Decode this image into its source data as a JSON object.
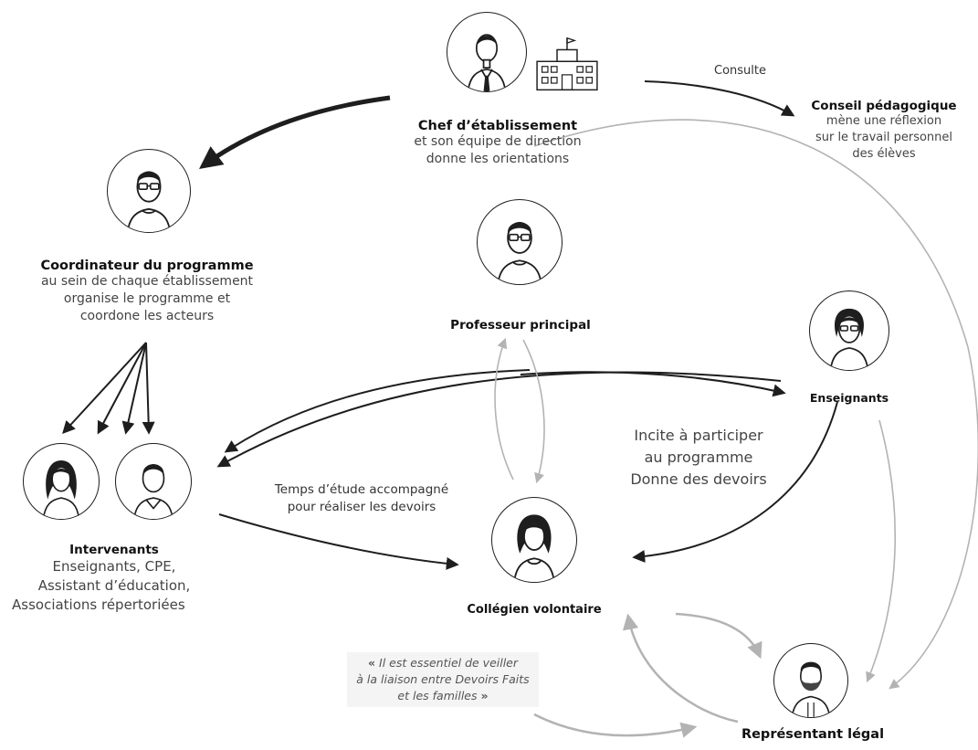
{
  "nodes": {
    "chef": {
      "title": "Chef d’établissement",
      "desc": [
        "et son équipe de direction",
        "donne les orientations"
      ],
      "icon": "man-with-tie-and-school-icon"
    },
    "conseil": {
      "title": "Conseil pédagogique",
      "desc": [
        "mène une réflexion",
        "sur le travail personnel",
        "des élèves"
      ]
    },
    "coordinateur": {
      "title": "Coordinateur du programme",
      "desc": [
        "au sein de chaque établissement",
        "organise le programme et",
        "coordone les acteurs"
      ],
      "icon": "man-with-glasses-icon"
    },
    "professeur": {
      "title": "Professeur principal",
      "icon": "man-with-glasses-icon"
    },
    "enseignants": {
      "title": "Enseignants",
      "icon": "woman-with-glasses-icon"
    },
    "intervenants": {
      "title": "Intervenants",
      "desc": [
        "Enseignants, CPE,",
        "Assistant d’éducation,",
        "Associations répertoriées"
      ],
      "icons": [
        "woman-icon",
        "man-icon"
      ]
    },
    "collegien": {
      "title": "Collégien volontaire",
      "icon": "girl-icon"
    },
    "representant": {
      "title": "Représentant légal",
      "icon": "bearded-man-icon"
    }
  },
  "edge_labels": {
    "consulte": "Consulte",
    "incite": [
      "Incite à participer",
      "au programme",
      "Donne des devoirs"
    ],
    "temps": [
      "Temps d’étude accompagné",
      "pour réaliser les devoirs"
    ]
  },
  "quote": {
    "open": "«",
    "lines": [
      "Il est essentiel de veiller",
      "à la liaison entre Devoirs Faits",
      "et les familles"
    ],
    "close": "»"
  },
  "colors": {
    "dark_arrow": "#1e1e1e",
    "light_arrow": "#b3b3b3"
  }
}
